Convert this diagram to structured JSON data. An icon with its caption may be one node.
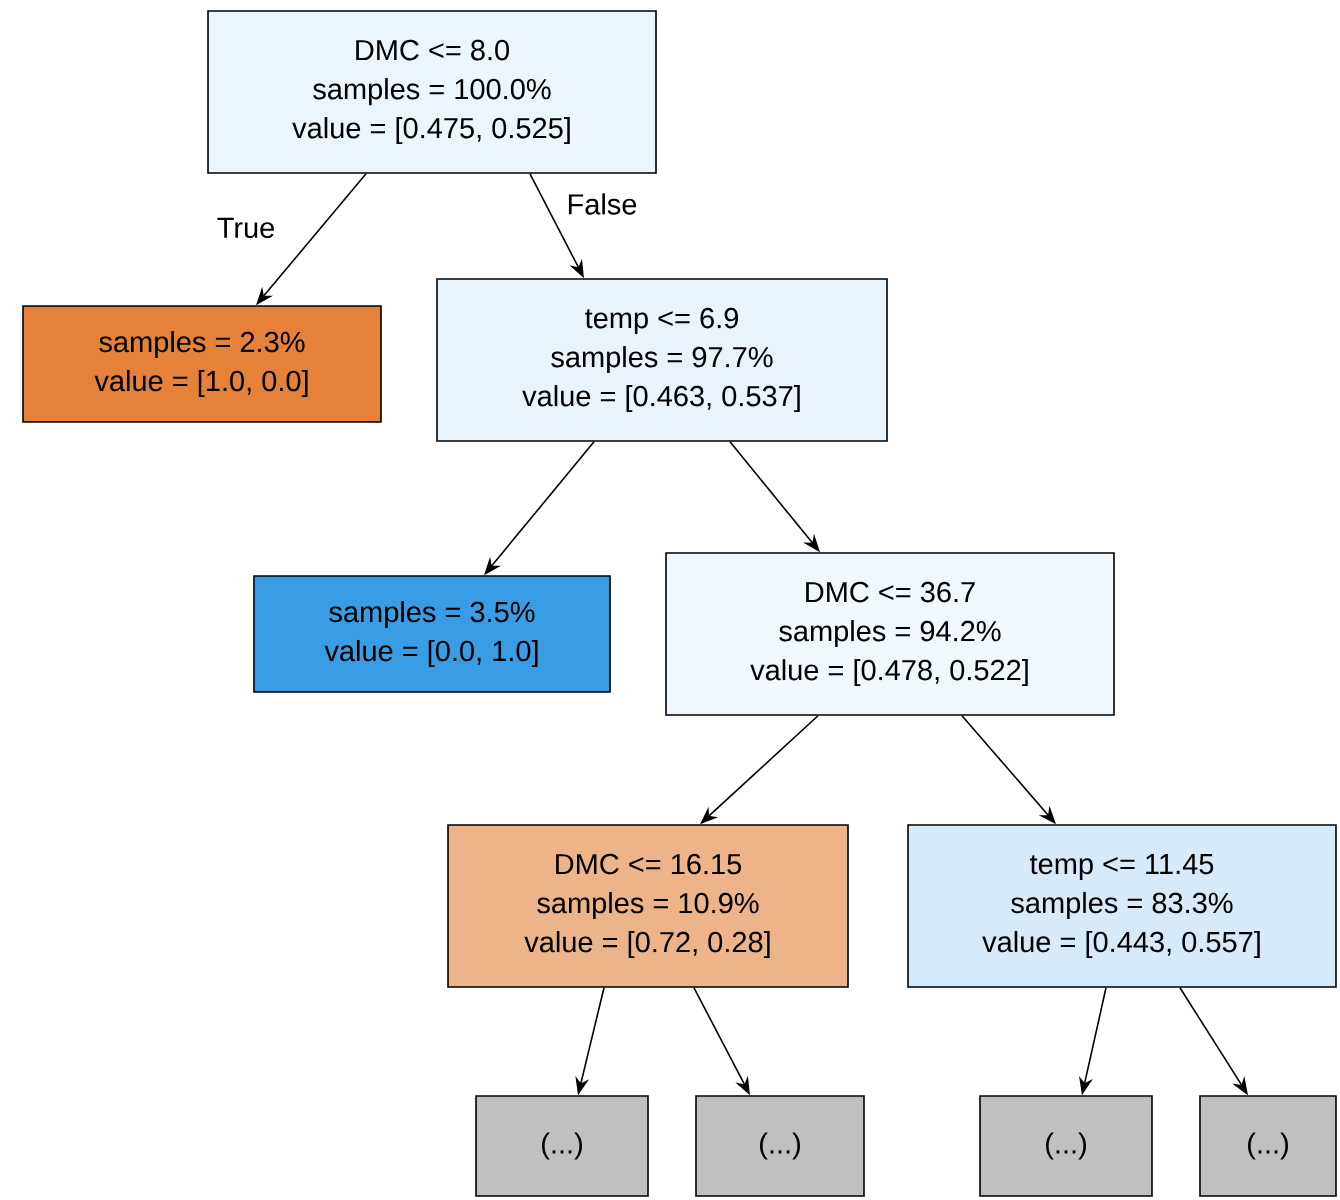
{
  "diagram": {
    "nodes": [
      {
        "text": [
          "DMC <= 8.0",
          "samples = 100.0%",
          "value = [0.475, 0.525]"
        ]
      },
      {
        "text": [
          "samples = 2.3%",
          "value = [1.0, 0.0]"
        ]
      },
      {
        "text": [
          "temp <= 6.9",
          "samples = 97.7%",
          "value = [0.463, 0.537]"
        ]
      },
      {
        "text": [
          "samples = 3.5%",
          "value = [0.0, 1.0]"
        ]
      },
      {
        "text": [
          "DMC <= 36.7",
          "samples = 94.2%",
          "value = [0.478, 0.522]"
        ]
      },
      {
        "text": [
          "DMC <= 16.15",
          "samples = 10.9%",
          "value = [0.72, 0.28]"
        ]
      },
      {
        "text": [
          "temp <= 11.45",
          "samples = 83.3%",
          "value = [0.443, 0.557]"
        ]
      },
      {
        "text": [
          "(...)"
        ]
      },
      {
        "text": [
          "(...)"
        ]
      },
      {
        "text": [
          "(...)"
        ]
      },
      {
        "text": [
          "(...)"
        ]
      }
    ],
    "edges": [
      {
        "from": 0,
        "to": 1,
        "arrow": "to",
        "label": "True"
      },
      {
        "from": 0,
        "to": 2,
        "arrow": "to",
        "label": "False"
      },
      {
        "from": 2,
        "to": 3,
        "arrow": "to"
      },
      {
        "from": 2,
        "to": 4,
        "arrow": "to"
      },
      {
        "from": 4,
        "to": 5,
        "arrow": "to"
      },
      {
        "from": 4,
        "to": 6,
        "arrow": "to"
      },
      {
        "from": 5,
        "to": 7,
        "arrow": "to"
      },
      {
        "from": 5,
        "to": 8,
        "arrow": "to"
      },
      {
        "from": 6,
        "to": 9,
        "arrow": "to"
      },
      {
        "from": 6,
        "to": 10,
        "arrow": "to"
      }
    ]
  }
}
